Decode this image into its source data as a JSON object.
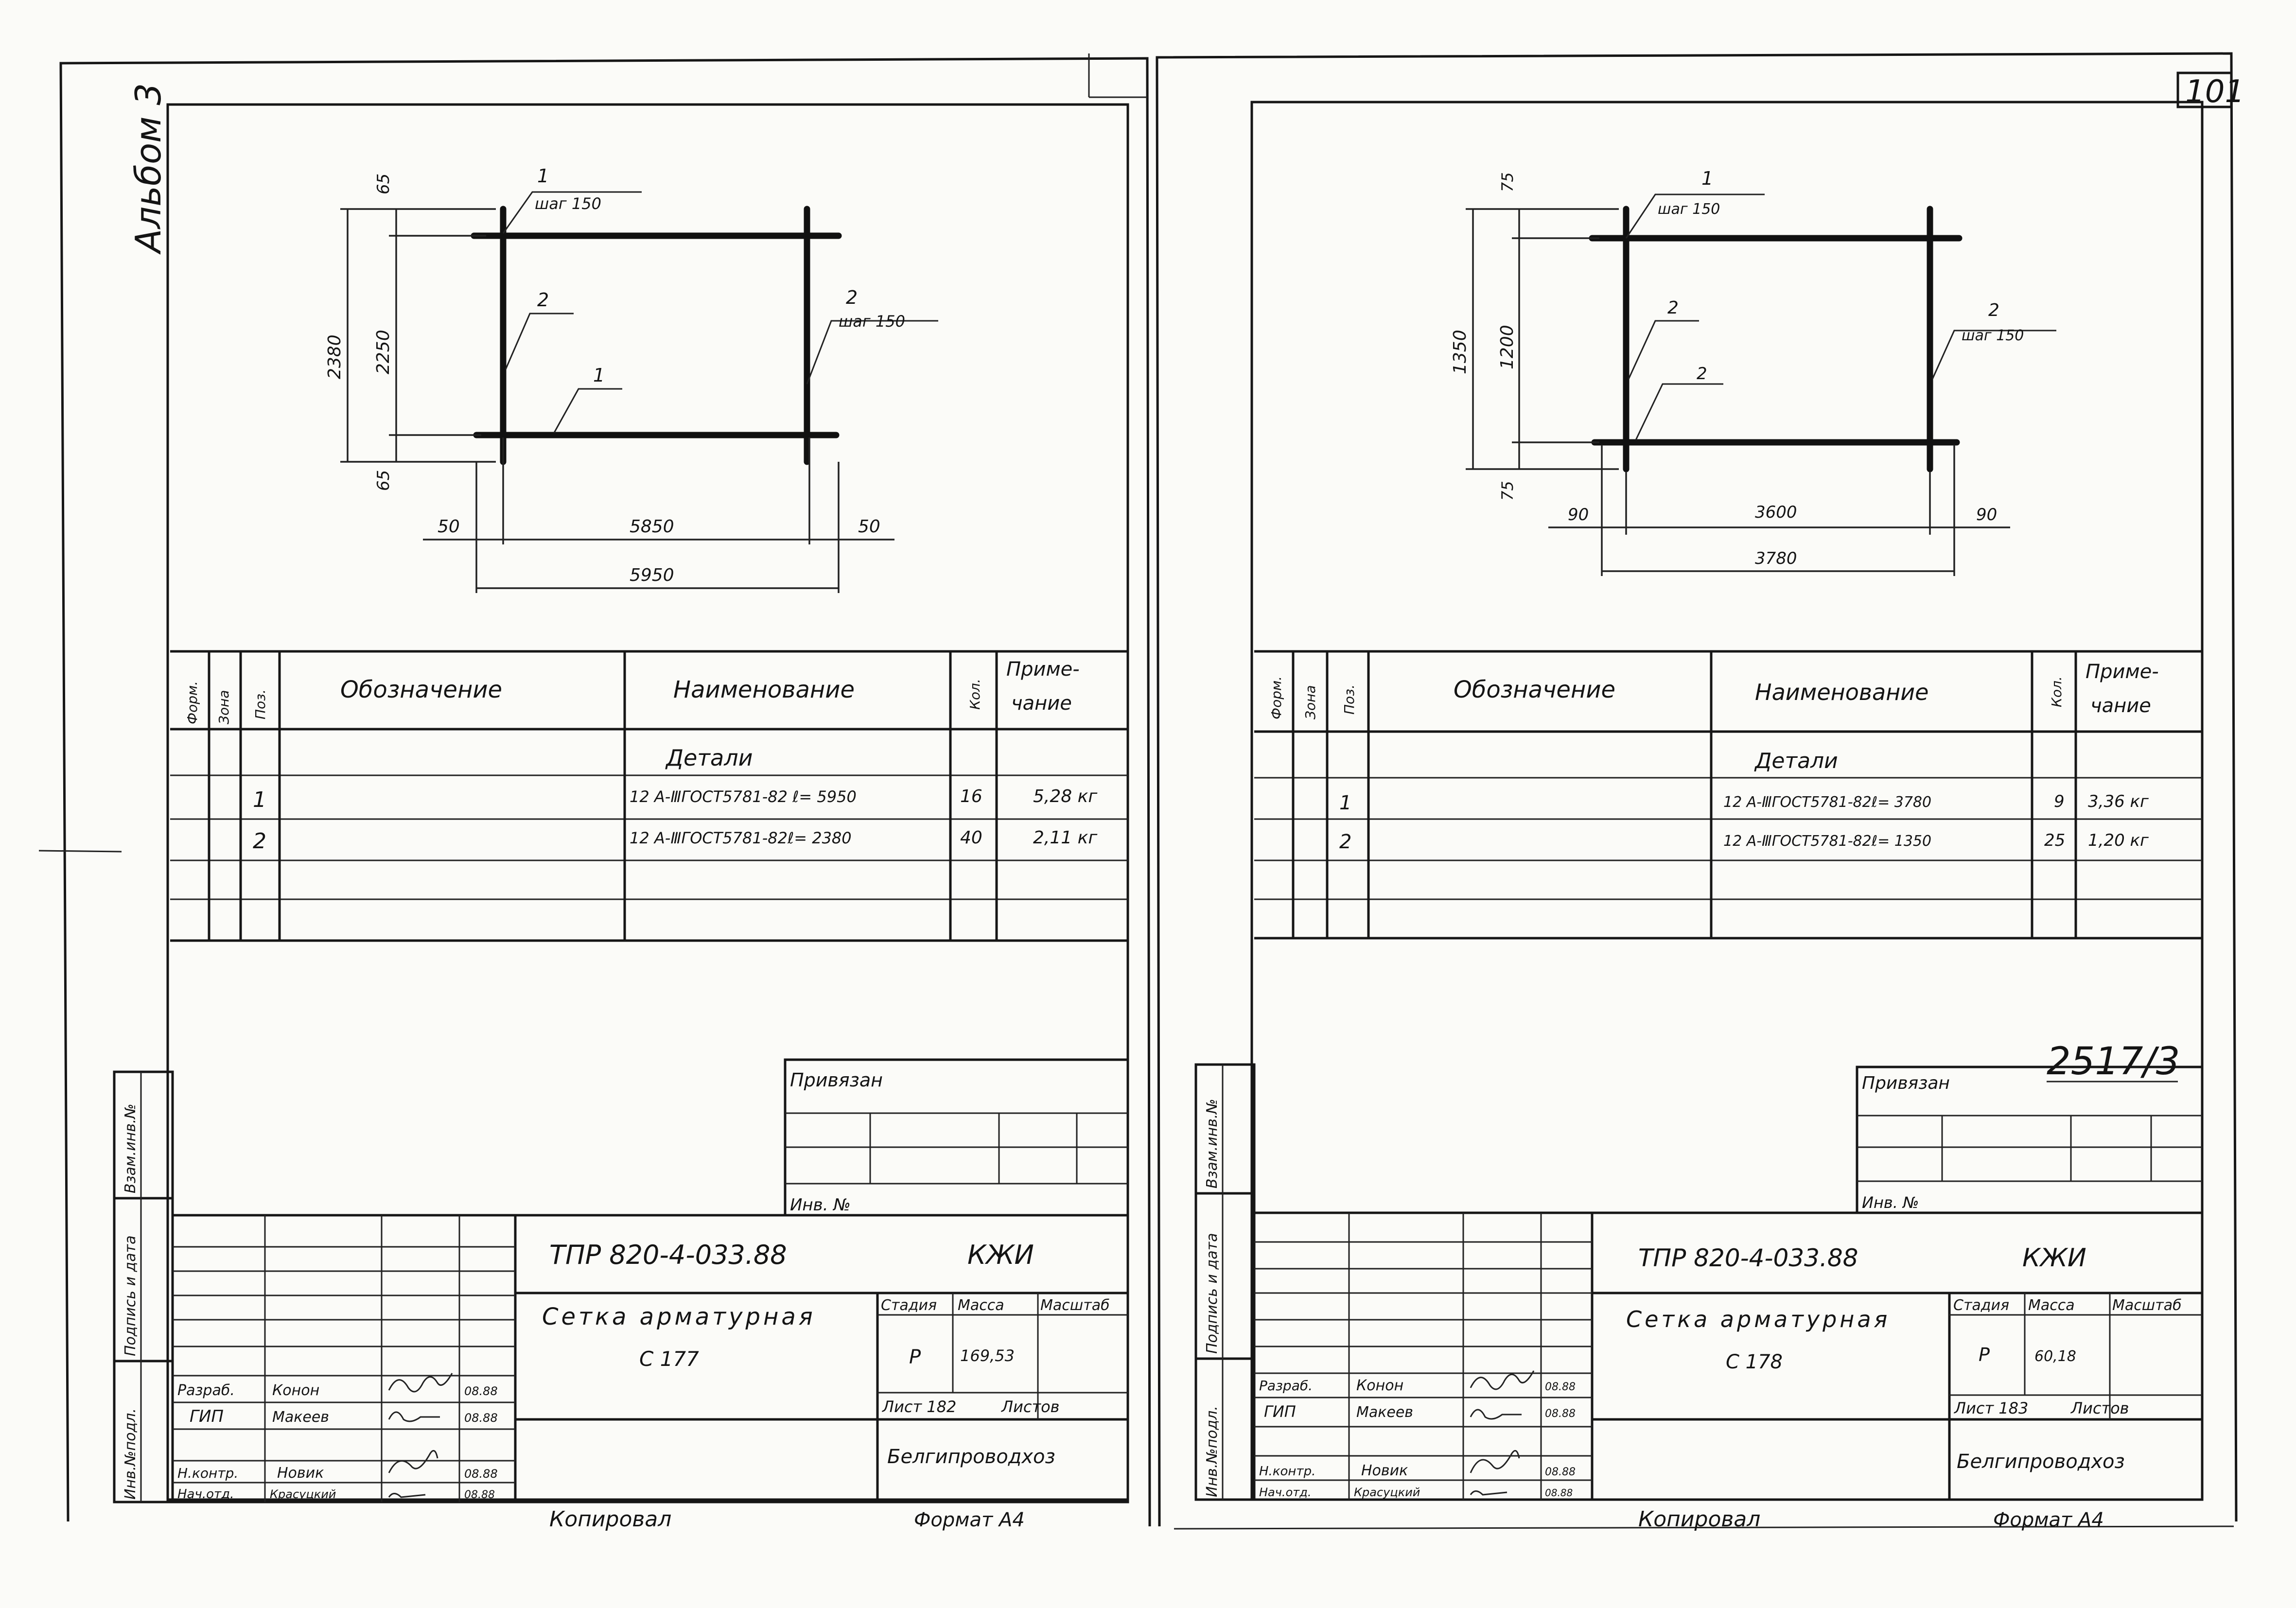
{
  "album_label": "Альбом 3",
  "page_number": "101",
  "footer": {
    "copied": "Копировал",
    "format": "Формат А4"
  },
  "spec_headers": {
    "form": "Форм.",
    "zone": "Зона",
    "pos": "Поз.",
    "designation": "Обозначение",
    "name": "Наименование",
    "qty": "Кол.",
    "note_line1": "Приме-",
    "note_line2": "чание"
  },
  "side_stamp": {
    "inv_orig": "Инв.№подл.",
    "sign_date": "Подпись и дата",
    "vzam_inv": "Взам.инв.№"
  },
  "left": {
    "drawing": {
      "labels": {
        "pos1_top": "1",
        "step_top": "шаг 150",
        "pos2_left": "2",
        "pos1_bottom": "1",
        "pos2_right": "2",
        "step_right": "шаг 150"
      },
      "dims": {
        "overall_height": "2380",
        "inner_height": "2250",
        "top_offset": "65",
        "bottom_offset": "65",
        "left_end": "50",
        "inner_width": "5850",
        "right_end": "50",
        "overall_width": "5950"
      }
    },
    "spec": {
      "section": "Детали",
      "rows": [
        {
          "pos": "1",
          "name": "12 А-ⅢГОСТ5781-82 ℓ= 5950",
          "qty": "16",
          "note": "5,28 кг"
        },
        {
          "pos": "2",
          "name": "12 А-ⅢГОСТ5781-82ℓ= 2380",
          "qty": "40",
          "note": "2,11 кг"
        }
      ]
    },
    "title_block": {
      "attached": "Привязан",
      "inv_no": "Инв. №",
      "doc_code": "ТПР  820-4-033.88",
      "doc_mark": "КЖИ",
      "product_name": "Сетка арматурная",
      "product_mark": "С 177",
      "stage_label": "Стадия",
      "mass_label": "Масса",
      "scale_label": "Масштаб",
      "stage": "Р",
      "mass": "169,53",
      "sheet_label": "Лист 182",
      "sheets_label": "Листов",
      "org": "Белгипроводхоз",
      "staff": [
        {
          "role": "Разраб.",
          "name": "Конон",
          "date": "08.88"
        },
        {
          "role": "ГИП",
          "name": "Макеев",
          "date": "08.88"
        },
        {
          "role": "Н.контр.",
          "name": "Новик",
          "date": "08.88"
        },
        {
          "role": "Нач.отд.",
          "name": "Красуцкий",
          "date": "08.88"
        }
      ]
    }
  },
  "right": {
    "drawing": {
      "labels": {
        "pos1_top": "1",
        "step_top": "шаг 150",
        "pos2_left": "2",
        "pos2_mid": "2",
        "pos2_right": "2",
        "step_right": "шаг 150"
      },
      "dims": {
        "top_offset": "75",
        "overall_height": "1350",
        "inner_height": "1200",
        "bottom_offset": "75",
        "left_end": "90",
        "inner_width": "3600",
        "right_end": "90",
        "overall_width": "3780"
      }
    },
    "spec": {
      "section": "Детали",
      "rows": [
        {
          "pos": "1",
          "name": "12 А-ⅢГОСТ5781-82ℓ= 3780",
          "qty": "9",
          "note": "3,36 кг"
        },
        {
          "pos": "2",
          "name": "12 А-ⅢГОСТ5781-82ℓ= 1350",
          "qty": "25",
          "note": "1,20 кг"
        }
      ]
    },
    "handwritten_note": "2517/3",
    "title_block": {
      "attached": "Привязан",
      "inv_no": "Инв. №",
      "doc_code": "ТПР  820-4-033.88",
      "doc_mark": "КЖИ",
      "product_name": "Сетка арматурная",
      "product_mark": "С 178",
      "stage_label": "Стадия",
      "mass_label": "Масса",
      "scale_label": "Масштаб",
      "stage": "Р",
      "mass": "60,18",
      "sheet_label": "Лист 183",
      "sheets_label": "Листов",
      "org": "Белгипроводхоз",
      "staff": [
        {
          "role": "Разраб.",
          "name": "Конон",
          "date": "08.88"
        },
        {
          "role": "ГИП",
          "name": "Макеев",
          "date": "08.88"
        },
        {
          "role": "Н.контр.",
          "name": "Новик",
          "date": "08.88"
        },
        {
          "role": "Нач.отд.",
          "name": "Красуцкий",
          "date": "08.88"
        }
      ]
    }
  }
}
